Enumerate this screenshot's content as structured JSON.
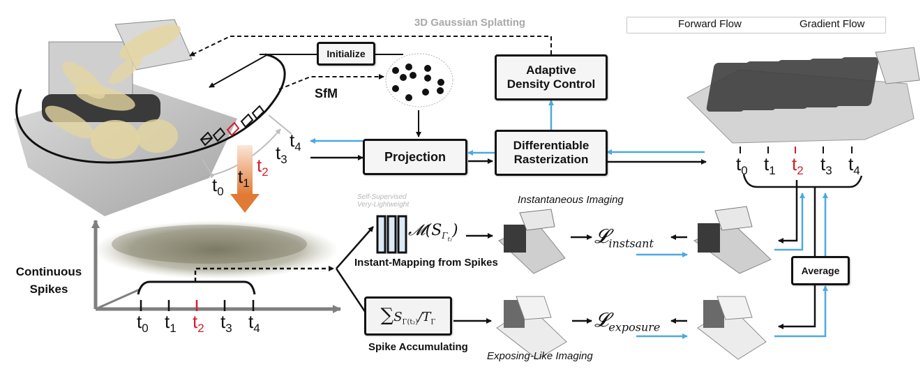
{
  "figure": {
    "gaussian_splatting_panel": {
      "title": "3D Gaussian Splatting",
      "initialize_label": "Initialize",
      "sfm_label": "SfM",
      "adaptive_density_label_line1": "Adaptive",
      "adaptive_density_label_line2": "Density Control",
      "projection_label": "Projection",
      "diff_raster_label_line1": "Differentiable",
      "diff_raster_label_line2": "Rasterization"
    },
    "legend": {
      "forward_label": "Forward Flow",
      "gradient_label": "Gradient Flow",
      "forward_color": "#111111",
      "gradient_color": "#4ea8e0"
    },
    "time_labels": [
      {
        "base": "t",
        "sub": "0",
        "highlight": false
      },
      {
        "base": "t",
        "sub": "1",
        "highlight": false
      },
      {
        "base": "t",
        "sub": "2",
        "highlight": true
      },
      {
        "base": "t",
        "sub": "3",
        "highlight": false
      },
      {
        "base": "t",
        "sub": "4",
        "highlight": false
      }
    ],
    "spikes": {
      "label_line1": "Continuous",
      "label_line2": "Spikes"
    },
    "instantaneous_panel": {
      "title": "Instantaneous Imaging",
      "note_line1": "Self-Supervised",
      "note_line2": "Very-Lightweight",
      "mapping_formula": "𝓜(S",
      "mapping_formula_sub": "Γ",
      "mapping_formula_subsub": "t₂",
      "mapping_close": ")",
      "caption": "Instant-Mapping from Spikes",
      "loss_symbol": "𝓛",
      "loss_sub": "instsant"
    },
    "exposure_panel": {
      "title": "Exposing-Like Imaging",
      "accum_formula_sum": "∑",
      "accum_formula_s": "S",
      "accum_formula_sub": "Γ(t₂)",
      "accum_formula_div": "/T",
      "accum_formula_div_sub": "Γ",
      "caption": "Spike Accumulating",
      "loss_symbol": "𝓛",
      "loss_sub": "exposure"
    },
    "average_label": "Average",
    "colors": {
      "highlight_red": "#d21e2b",
      "green_panel": "#e4eccb",
      "purple_panel": "#e8dcf6",
      "gs_panel": "#f2f2f2",
      "orange_arrow": "#e07a35"
    }
  }
}
